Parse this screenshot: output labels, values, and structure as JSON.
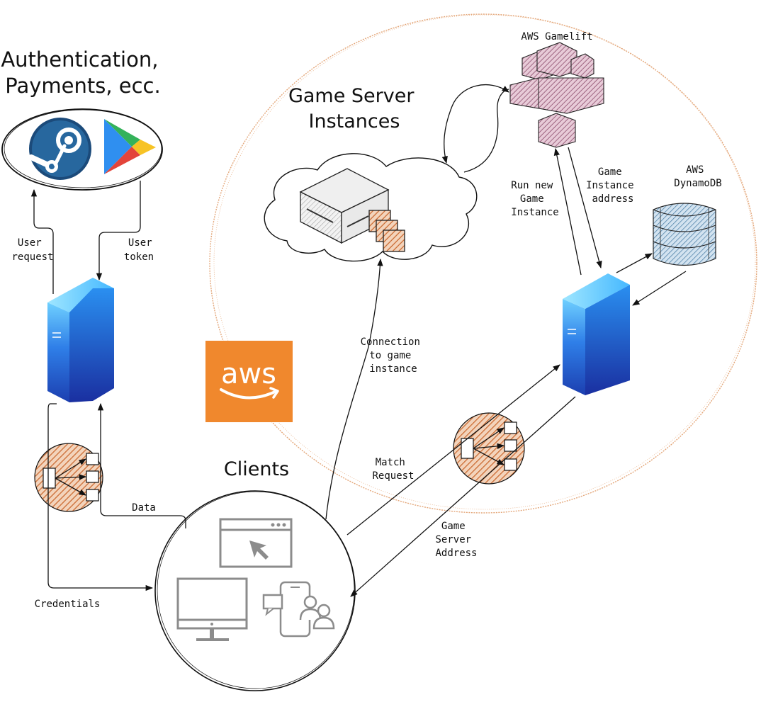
{
  "titles": {
    "auth": [
      "Authentication,",
      "Payments, ecc."
    ],
    "game_server": [
      "Game Server",
      "Instances"
    ],
    "clients": "Clients"
  },
  "services": {
    "gamelift": "AWS Gamelift",
    "dynamo": [
      "AWS",
      "DynamoDB"
    ],
    "aws_logo": "aws"
  },
  "edge_labels": {
    "user_request": [
      "User",
      "request"
    ],
    "user_token": [
      "User",
      "token"
    ],
    "data": "Data",
    "credentials": "Credentials",
    "connection": [
      "Connection",
      "to game",
      "instance"
    ],
    "match_request": [
      "Match",
      "Request"
    ],
    "game_server_address": [
      "Game",
      "Server",
      "Address"
    ],
    "run_new": [
      "Run new",
      "Game",
      "Instance"
    ],
    "game_instance_address": [
      "Game",
      "Instance",
      "address"
    ]
  },
  "colors": {
    "aws_orange": "#f0882d",
    "hatch_orange": "#c9652a",
    "gamelift_pink": "#8a4a6a",
    "dynamo_blue": "#4a7ea6",
    "server_blue": "#2f7fe8",
    "boundary_orange": "#e4a77a",
    "icon_gray": "#8c8c8c"
  }
}
